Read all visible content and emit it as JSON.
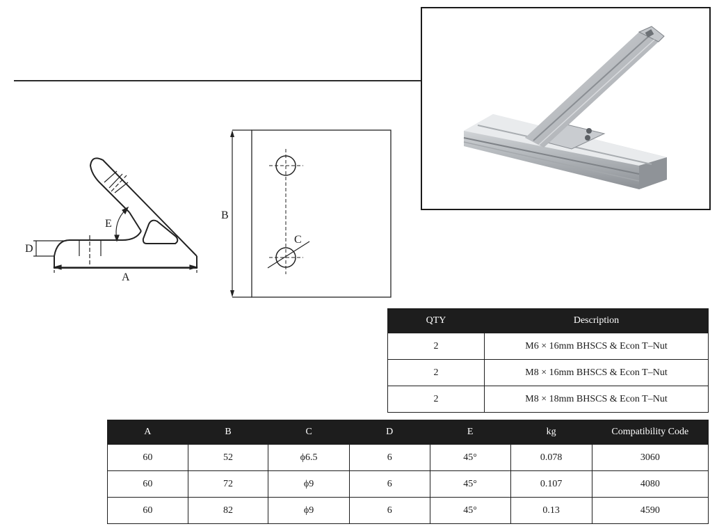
{
  "diagram_labels": {
    "a": "A",
    "b": "B",
    "c": "C",
    "d": "D",
    "e": "E"
  },
  "hardware_table": {
    "headers": [
      "QTY",
      "Description"
    ],
    "rows": [
      [
        "2",
        "M6 × 16mm BHSCS & Econ T–Nut"
      ],
      [
        "2",
        "M8 × 16mm BHSCS & Econ T–Nut"
      ],
      [
        "2",
        "M8 × 18mm BHSCS & Econ T–Nut"
      ]
    ]
  },
  "dimension_table": {
    "headers": [
      "A",
      "B",
      "C",
      "D",
      "E",
      "kg",
      "Compatibility Code"
    ],
    "rows": [
      [
        "60",
        "52",
        "ϕ6.5",
        "6",
        "45°",
        "0.078",
        "3060"
      ],
      [
        "60",
        "72",
        "ϕ9",
        "6",
        "45°",
        "0.107",
        "4080"
      ],
      [
        "60",
        "82",
        "ϕ9",
        "6",
        "45°",
        "0.13",
        "4590"
      ]
    ]
  }
}
